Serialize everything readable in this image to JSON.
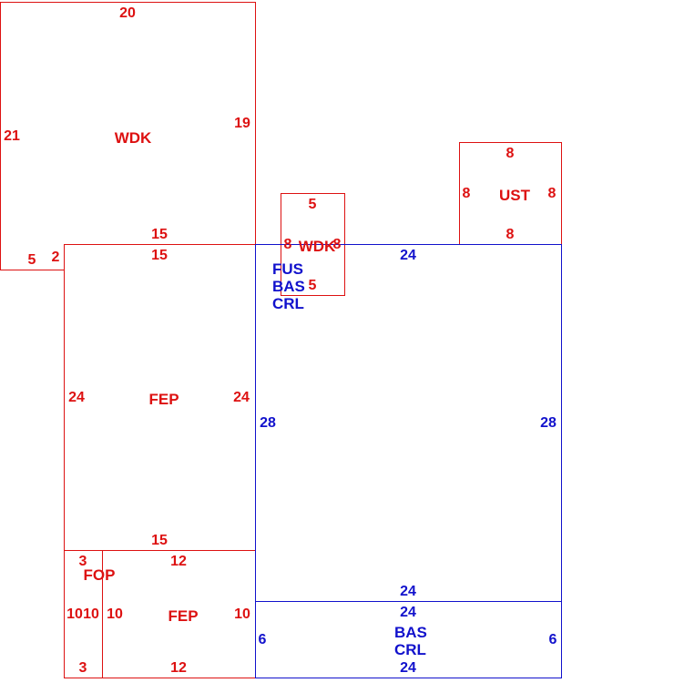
{
  "colors": {
    "red": "#dd1111",
    "blue": "#1111cc"
  },
  "areas": {
    "wdk_top": {
      "label": "WDK",
      "top": "20",
      "right": "19",
      "bottom": "15",
      "left": "21",
      "notch_left": "5",
      "notch_right": "2"
    },
    "fep_main": {
      "label": "FEP",
      "top": "15",
      "right": "24",
      "bottom": "15",
      "left": "24"
    },
    "ust": {
      "label": "UST",
      "top": "8",
      "right": "8",
      "bottom": "8",
      "left": "8"
    },
    "wdk_small": {
      "label": "WDK",
      "top": "5",
      "right": "8",
      "bottom": "5",
      "left": "8"
    },
    "main_house": {
      "labels": [
        "FUS",
        "BAS",
        "CRL"
      ],
      "top": "24",
      "right": "28",
      "bottom": "24",
      "left": "28"
    },
    "fop": {
      "label": "FOP",
      "top": "3",
      "right": "10",
      "bottom": "3",
      "left": "10"
    },
    "fep_bottom": {
      "label": "FEP",
      "top": "12",
      "right": "10",
      "bottom": "12",
      "left": "10"
    },
    "bas_bottom": {
      "labels": [
        "BAS",
        "CRL"
      ],
      "top": "24",
      "right": "6",
      "bottom": "24",
      "left": "6"
    }
  }
}
